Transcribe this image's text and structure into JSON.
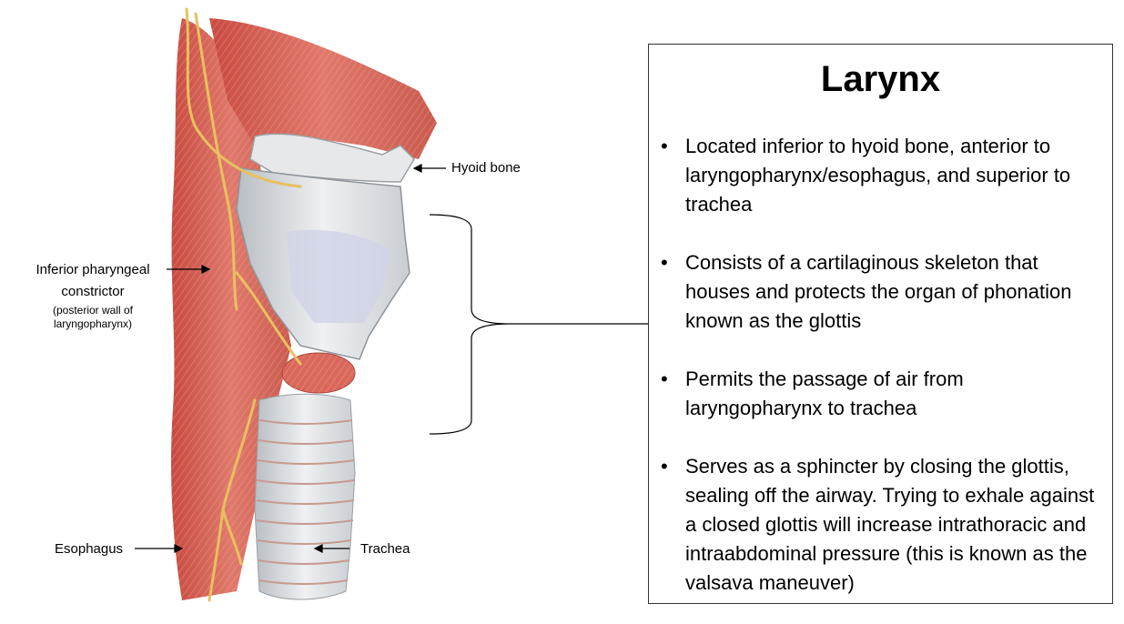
{
  "labels": {
    "hyoid": "Hyoid bone",
    "constrictor_line1": "Inferior pharyngeal",
    "constrictor_line2": "constrictor",
    "constrictor_note1": "(posterior wall of",
    "constrictor_note2": "laryngopharynx)",
    "esophagus": "Esophagus",
    "trachea": "Trachea"
  },
  "panel": {
    "title": "Larynx",
    "bullets": [
      "Located inferior to hyoid bone, anterior to laryngopharynx/esophagus, and superior to trachea",
      "Consists of a cartilaginous skeleton that houses and protects the organ of phonation known as the glottis",
      "Permits the passage of air from laryngopharynx to trachea",
      "Serves as a sphincter by closing the glottis, sealing off the airway. Trying to exhale against a closed glottis will increase intrathoracic and intraabdominal pressure (this is known as the valsava maneuver)"
    ]
  },
  "colors": {
    "muscle": "#d9685b",
    "muscle_dark": "#b8483d",
    "cartilage": "#dfe3e6",
    "nerve": "#e8c060"
  }
}
